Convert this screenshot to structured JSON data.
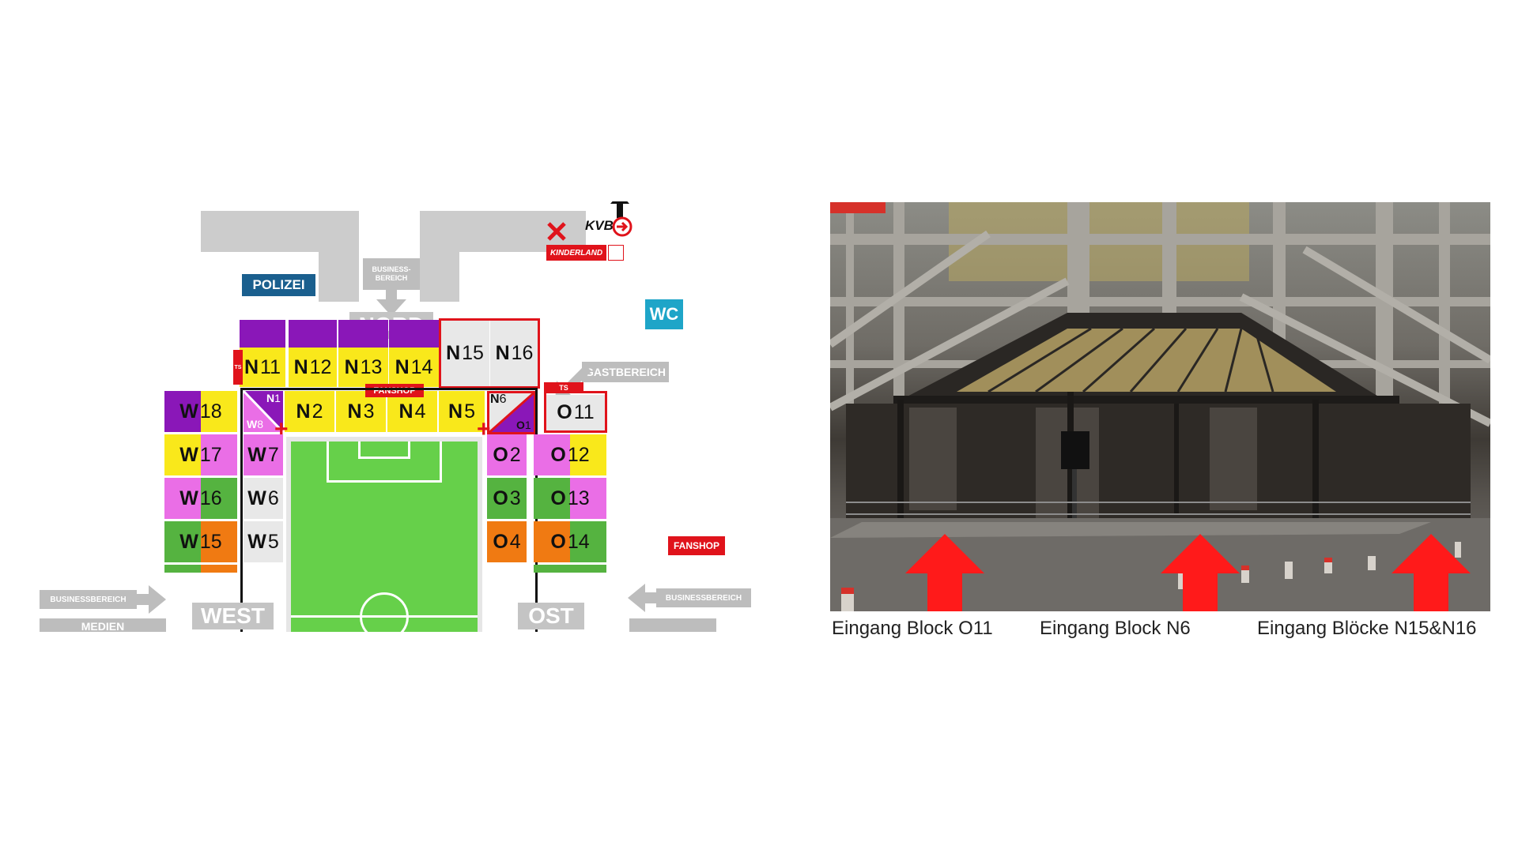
{
  "map": {
    "labels": {
      "polizei": "POLIZEI",
      "business_top": "BUSINESS-\nBEREICH",
      "kvb": "KVB",
      "kinderland": "KINDERLAND",
      "nord": "NORD",
      "wc": "WC",
      "gastbereich": "GASTBEREICH",
      "fanshop_north": "FANSHOP",
      "fanshop_east": "FANSHOP",
      "ts_left": "TS",
      "ts_right": "TS",
      "west": "WEST",
      "ost": "OST",
      "business_left": "BUSINESSBEREICH",
      "business_right": "BUSINESSBEREICH",
      "medien": "MEDIEN"
    },
    "blocks": {
      "n11": {
        "letter": "N",
        "num": "11"
      },
      "n12": {
        "letter": "N",
        "num": "12"
      },
      "n13": {
        "letter": "N",
        "num": "13"
      },
      "n14": {
        "letter": "N",
        "num": "14"
      },
      "n15": {
        "letter": "N",
        "num": "15"
      },
      "n16": {
        "letter": "N",
        "num": "16"
      },
      "n1": {
        "letter": "N",
        "num": "1"
      },
      "n2": {
        "letter": "N",
        "num": "2"
      },
      "n3": {
        "letter": "N",
        "num": "3"
      },
      "n4": {
        "letter": "N",
        "num": "4"
      },
      "n5": {
        "letter": "N",
        "num": "5"
      },
      "n6": {
        "letter": "N",
        "num": "6"
      },
      "w8": {
        "letter": "W",
        "num": "8"
      },
      "o1": {
        "letter": "O",
        "num": "1"
      },
      "o11": {
        "letter": "O",
        "num": "11"
      },
      "w18": {
        "letter": "W",
        "num": "18"
      },
      "w17": {
        "letter": "W",
        "num": "17"
      },
      "w7": {
        "letter": "W",
        "num": "7"
      },
      "o2": {
        "letter": "O",
        "num": "2"
      },
      "o12": {
        "letter": "O",
        "num": "12"
      },
      "w16": {
        "letter": "W",
        "num": "16"
      },
      "w6": {
        "letter": "W",
        "num": "6"
      },
      "o3": {
        "letter": "O",
        "num": "3"
      },
      "o13": {
        "letter": "O",
        "num": "13"
      },
      "w15": {
        "letter": "W",
        "num": "15"
      },
      "w5": {
        "letter": "W",
        "num": "5"
      },
      "o4": {
        "letter": "O",
        "num": "4"
      },
      "o14": {
        "letter": "O",
        "num": "14"
      }
    }
  },
  "photo": {
    "captions": {
      "o11": "Eingang Block O11",
      "n6": "Eingang Block N6",
      "n15n16": "Eingang Blöcke N15&N16"
    }
  },
  "colors": {
    "yellow": "#f9e81b",
    "purple": "#8a17b8",
    "pink": "#ea6ee6",
    "green": "#55b340",
    "orange": "#f07a12",
    "red": "#e0131b",
    "polizei_blue": "#1a5f8e",
    "wc_cyan": "#1ea5c8"
  }
}
